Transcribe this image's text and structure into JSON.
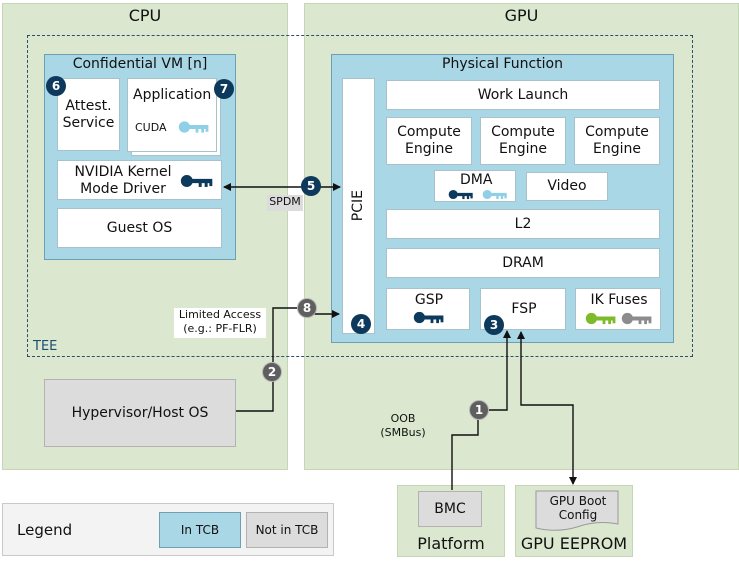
{
  "regions": {
    "cpu": "CPU",
    "gpu": "GPU",
    "tee": "TEE"
  },
  "cpu": {
    "vm_title": "Confidential VM [n]",
    "attest_service": "Attest. Service",
    "application": "Application",
    "cuda": "CUDA",
    "kernel_driver": "NVIDIA Kernel Mode Driver",
    "guest_os": "Guest OS",
    "hypervisor": "Hypervisor/Host OS"
  },
  "gpu": {
    "physical_function": "Physical Function",
    "pcie": "PCIE",
    "work_launch": "Work Launch",
    "compute_engine": "Compute Engine",
    "dma": "DMA",
    "video": "Video",
    "l2": "L2",
    "dram": "DRAM",
    "gsp": "GSP",
    "fsp": "FSP",
    "ik_fuses": "IK Fuses"
  },
  "links": {
    "spdm": "SPDM",
    "limited_access_1": "Limited Access",
    "limited_access_2": "(e.g.: PF-FLR)",
    "oob_1": "OOB",
    "oob_2": "(SMBus)"
  },
  "external": {
    "bmc": "BMC",
    "platform": "Platform",
    "gpu_boot_config": "GPU Boot Config",
    "gpu_eeprom": "GPU EEPROM"
  },
  "badges": {
    "b1": "1",
    "b2": "2",
    "b3": "3",
    "b4": "4",
    "b5": "5",
    "b6": "6",
    "b7": "7",
    "b8": "8"
  },
  "legend": {
    "title": "Legend",
    "in_tcb": "In TCB",
    "not_in_tcb": "Not in TCB"
  },
  "colors": {
    "tcb_blue": "#a9d7e6",
    "region_green": "#dbe8cf",
    "dark_badge": "#0d3a5c",
    "grey_badge": "#5f5f5f",
    "key_green": "#7dbb2a",
    "key_light": "#8fd0e6"
  }
}
